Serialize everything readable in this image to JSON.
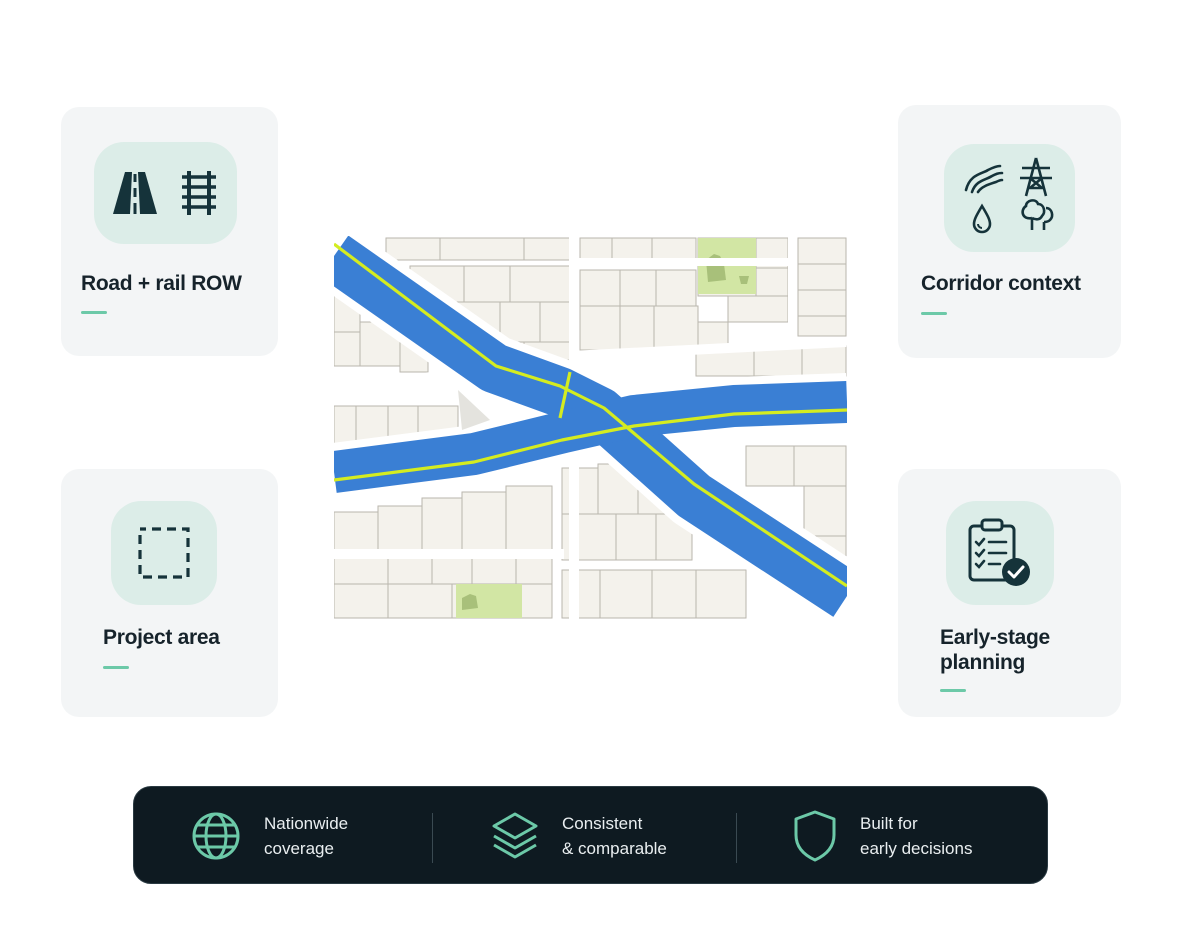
{
  "cards": {
    "road": {
      "title": "Road + rail ROW",
      "icons": [
        "road-icon",
        "rail-track-icon"
      ]
    },
    "corridor": {
      "title": "Corridor context",
      "icons": [
        "river-icon",
        "power-tower-icon",
        "water-drop-icon",
        "trees-icon"
      ]
    },
    "project": {
      "title": "Project area",
      "icons": [
        "dashed-square-icon"
      ]
    },
    "planning": {
      "title_line1": "Early-stage",
      "title_line2": "planning",
      "icons": [
        "clipboard-check-icon"
      ]
    }
  },
  "features": [
    {
      "icon": "globe-icon",
      "line1": "Nationwide",
      "line2": "coverage"
    },
    {
      "icon": "layers-icon",
      "line1": "Consistent",
      "line2": "& comparable"
    },
    {
      "icon": "shield-icon",
      "line1": "Built for",
      "line2": "early decisions"
    }
  ],
  "colors": {
    "card_bg": "#f3f5f6",
    "icon_bg": "#dcede8",
    "accent": "#6cc9a8",
    "road": "#3a7fd4",
    "centerline": "#d4ec20",
    "parcel": "#f4f2ec",
    "park": "#d2e6a4",
    "bar_bg": "#0e1a21"
  }
}
